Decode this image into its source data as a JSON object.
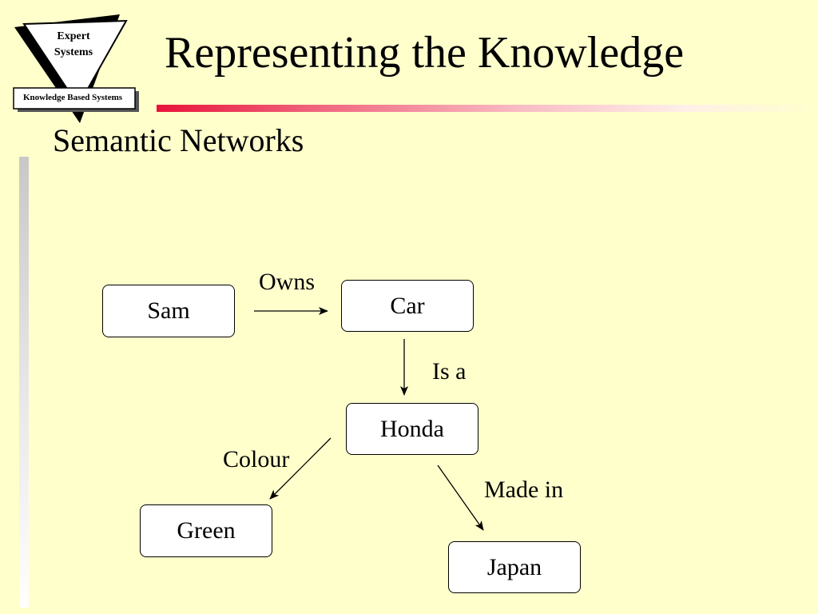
{
  "logo": {
    "line1": "Expert",
    "line2": "Systems",
    "banner": "Knowledge Based Systems"
  },
  "title": "Representing the Knowledge",
  "section_heading": "Semantic Networks",
  "diagram": {
    "nodes": {
      "sam": "Sam",
      "car": "Car",
      "honda": "Honda",
      "green": "Green",
      "japan": "Japan"
    },
    "edges": {
      "owns": "Owns",
      "is_a": "Is a",
      "colour": "Colour",
      "made_in": "Made in"
    }
  }
}
